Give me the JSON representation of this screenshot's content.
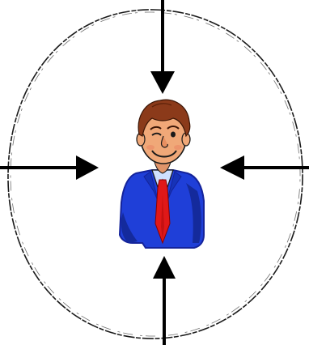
{
  "diagram": {
    "boundary": {
      "shape": "ellipse",
      "stroke": "#1a1a1a",
      "fill": "#ffffff",
      "style": "sketchy"
    },
    "arrows": [
      {
        "direction": "down",
        "from": "top",
        "icon": "arrow-down-icon"
      },
      {
        "direction": "up",
        "from": "bottom",
        "icon": "arrow-up-icon"
      },
      {
        "direction": "right",
        "from": "left",
        "icon": "arrow-right-icon"
      },
      {
        "direction": "left",
        "from": "right",
        "icon": "arrow-left-icon"
      }
    ],
    "arrow_color": "#000000",
    "figure": {
      "icon": "businessman-clipart-icon",
      "colors": {
        "skin": "#f0a878",
        "hair": "#8b3a1a",
        "suit": "#1f3fd8",
        "suit_dark": "#142a9c",
        "shirt": "#cfe0ff",
        "tie": "#e01818",
        "outline": "#1a1a1a"
      }
    }
  }
}
